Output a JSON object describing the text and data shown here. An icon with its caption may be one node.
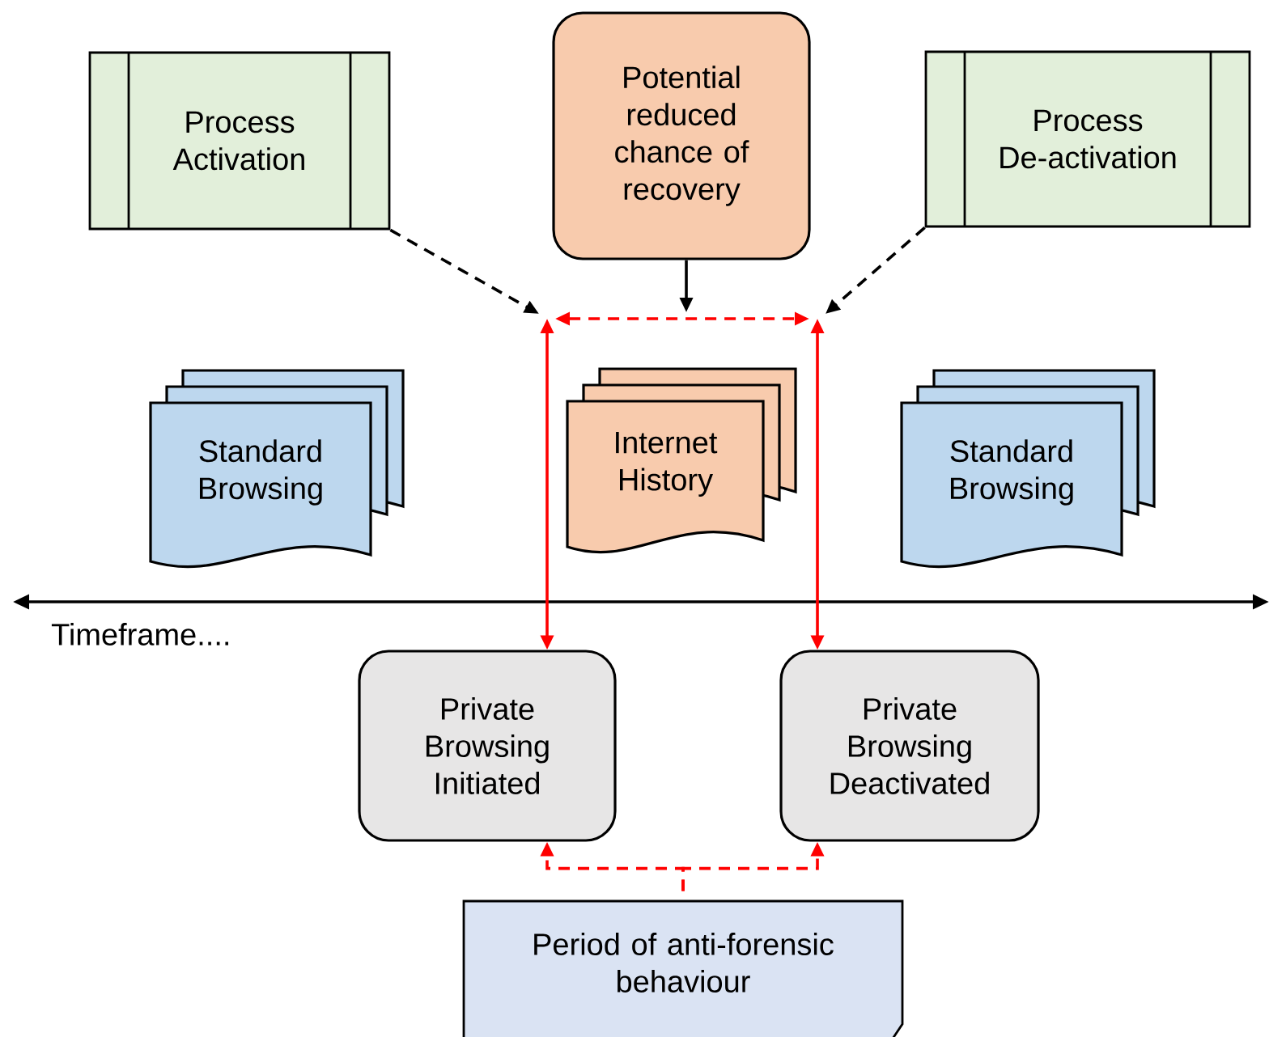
{
  "diagram": {
    "nodes": [
      {
        "text": [
          "Process Activation"
        ]
      },
      {
        "text": [
          "Potential reduced chance of recovery"
        ]
      },
      {
        "text": [
          "Process De-activation"
        ]
      },
      {
        "text": [
          "Standard Browsing"
        ]
      },
      {
        "text": [
          "Internet History"
        ]
      },
      {
        "text": [
          "Standard Browsing"
        ]
      },
      {
        "text": [
          "Private Browsing Initiated"
        ]
      },
      {
        "text": [
          "Private Browsing Deactivated"
        ]
      },
      {
        "text": [
          "Period of anti-forensic behaviour"
        ]
      }
    ],
    "edges": [
      {
        "from": 0,
        "to": null,
        "arrow": "to",
        "style": "dashed",
        "color": "#000000"
      },
      {
        "from": 2,
        "to": null,
        "arrow": "to",
        "style": "dashed",
        "color": "#000000"
      },
      {
        "from": 1,
        "to": null,
        "arrow": "to",
        "color": "#000000"
      },
      {
        "from": null,
        "to": 6,
        "arrow": "both"
      },
      {
        "from": null,
        "to": 7,
        "arrow": "both"
      },
      {
        "from": 8,
        "to": 6,
        "arrow": "to",
        "style": "dashed"
      },
      {
        "from": 8,
        "to": 7,
        "arrow": "to",
        "style": "dashed"
      }
    ],
    "labels": [
      "Timeframe...."
    ]
  }
}
